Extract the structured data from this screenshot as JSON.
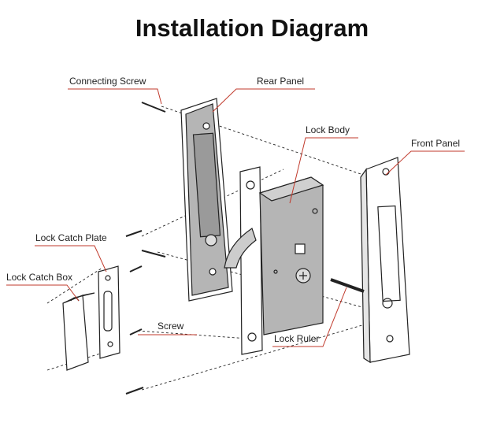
{
  "title": "Installation Diagram",
  "labels": {
    "connecting_screw": "Connecting Screw",
    "rear_panel": "Rear Panel",
    "lock_body": "Lock Body",
    "front_panel": "Front Panel",
    "lock_catch_plate": "Lock Catch Plate",
    "lock_catch_box": "Lock Catch Box",
    "screw": "Screw",
    "lock_ruler": "Lock Ruler"
  },
  "colors": {
    "leader": "#c0392b",
    "part_fill": "#b5b5b5",
    "outline": "#222222"
  }
}
